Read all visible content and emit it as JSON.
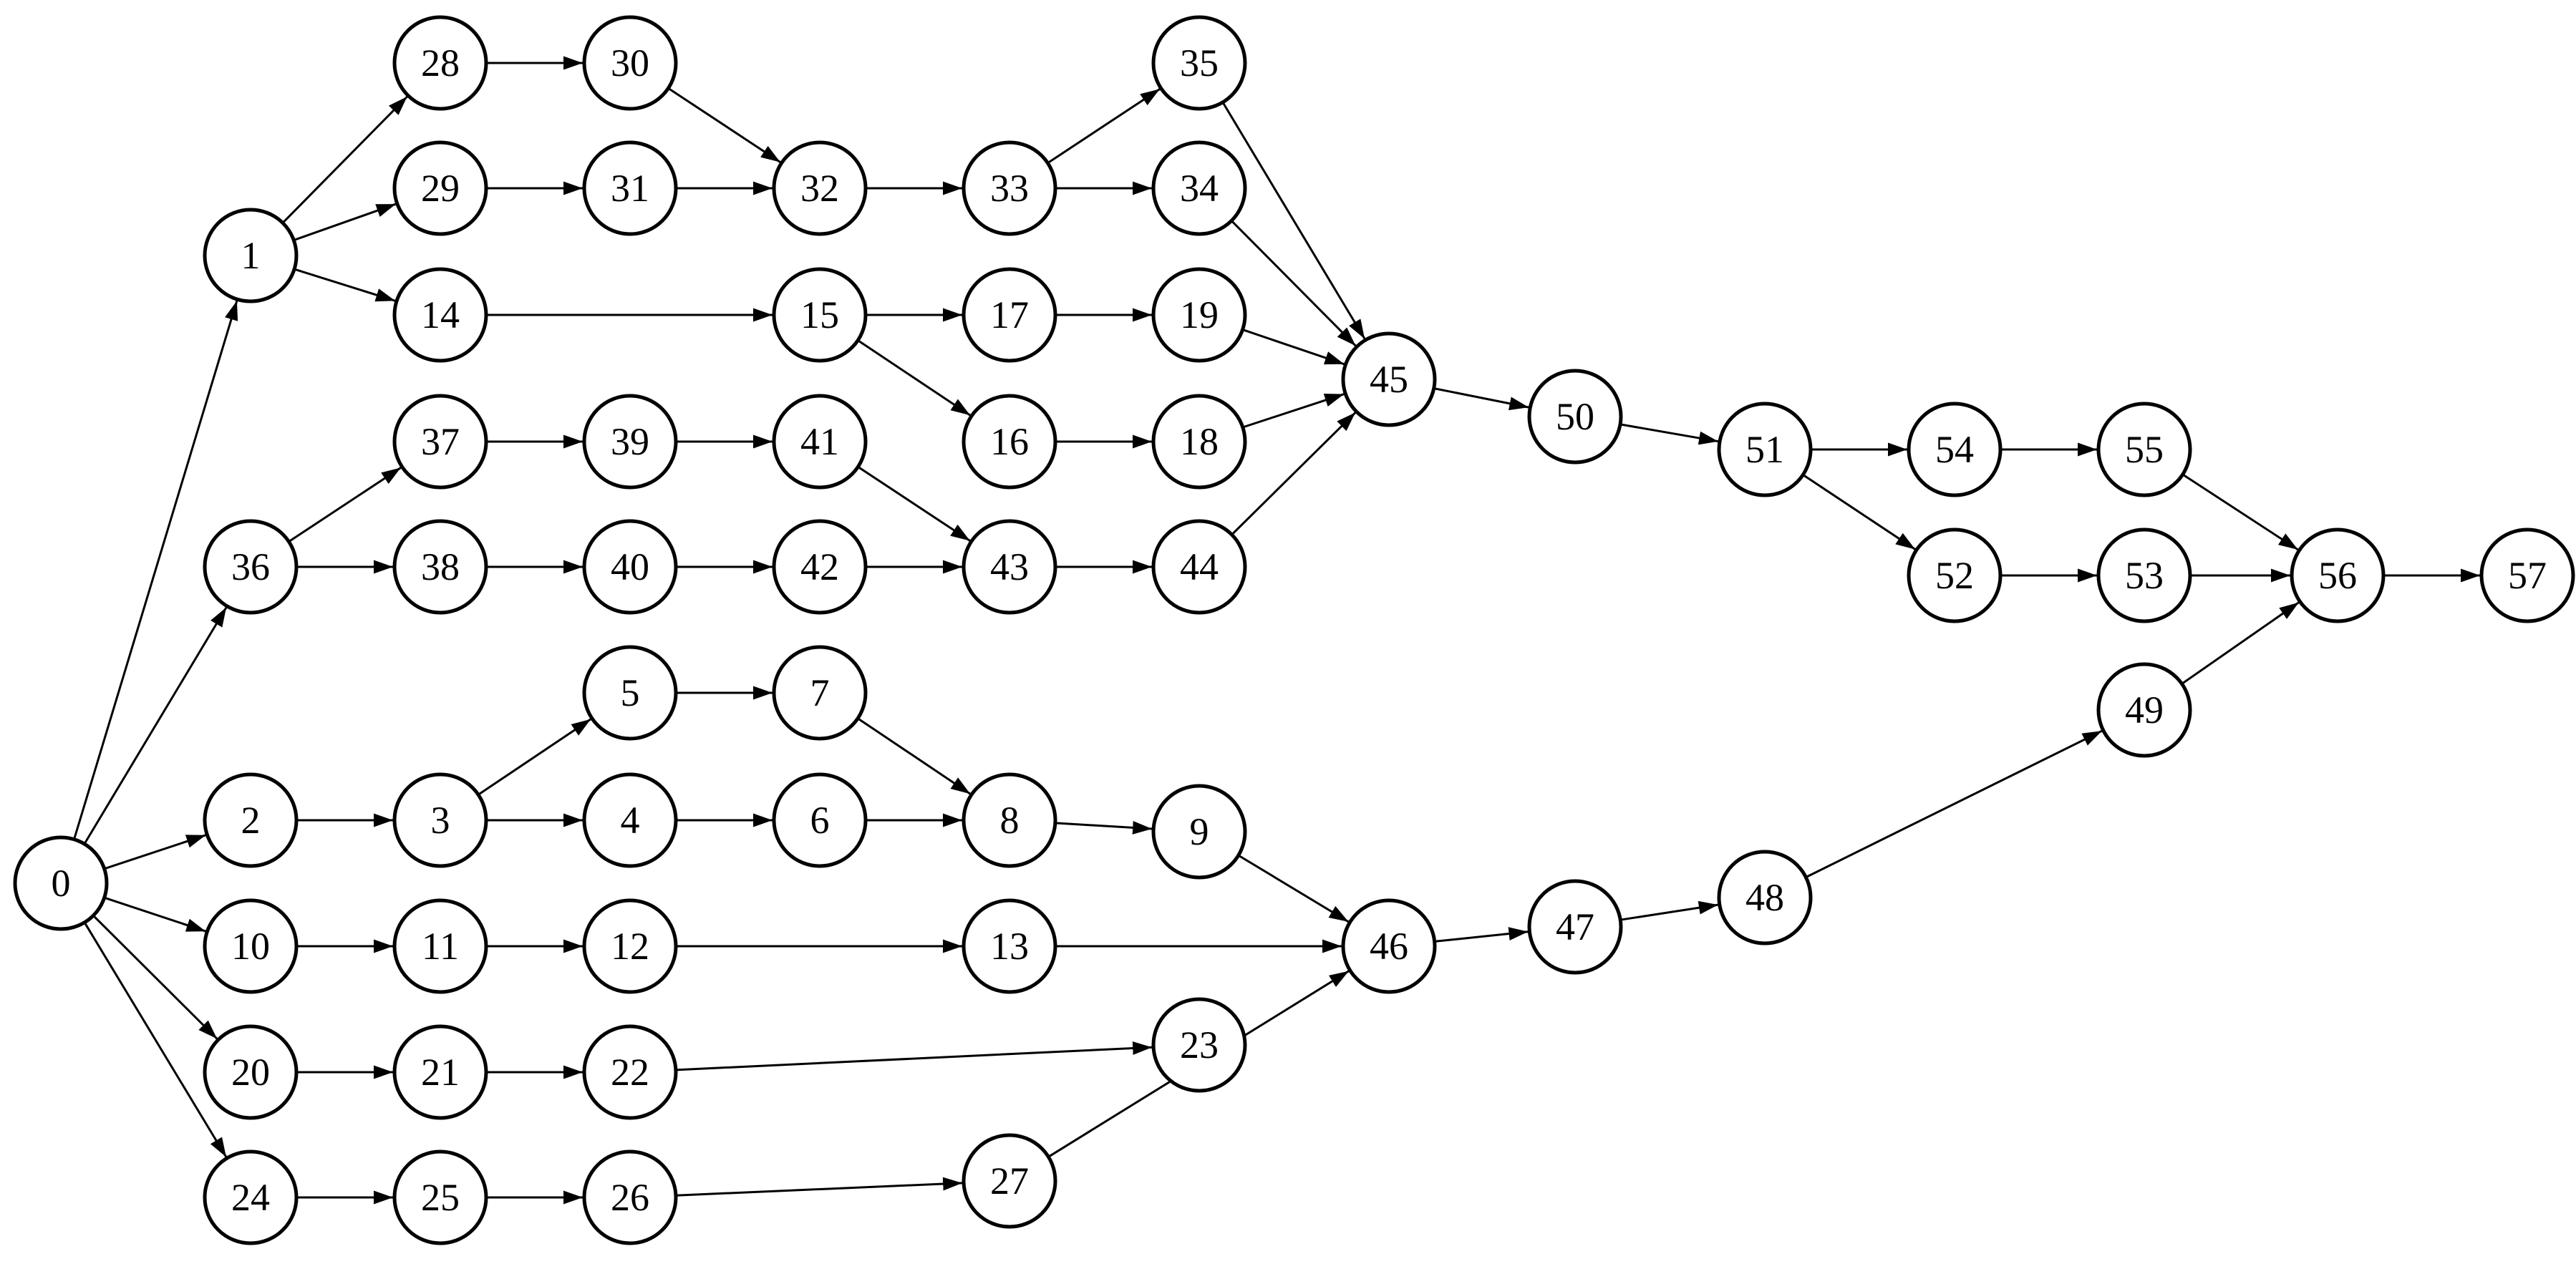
{
  "diagram": {
    "type": "directed-graph",
    "colors": {
      "stroke": "#000000",
      "fill": "#ffffff",
      "text": "#000000"
    },
    "nodes": [
      "0",
      "1",
      "2",
      "3",
      "4",
      "5",
      "6",
      "7",
      "8",
      "9",
      "10",
      "11",
      "12",
      "13",
      "14",
      "15",
      "16",
      "17",
      "18",
      "19",
      "20",
      "21",
      "22",
      "23",
      "24",
      "25",
      "26",
      "27",
      "28",
      "29",
      "30",
      "31",
      "32",
      "33",
      "34",
      "35",
      "36",
      "37",
      "38",
      "39",
      "40",
      "41",
      "42",
      "43",
      "44",
      "45",
      "46",
      "47",
      "48",
      "49",
      "50",
      "51",
      "52",
      "53",
      "54",
      "55",
      "56",
      "57"
    ],
    "edges": [
      [
        "0",
        "1"
      ],
      [
        "0",
        "36"
      ],
      [
        "0",
        "2"
      ],
      [
        "0",
        "10"
      ],
      [
        "0",
        "20"
      ],
      [
        "0",
        "24"
      ],
      [
        "1",
        "28"
      ],
      [
        "1",
        "29"
      ],
      [
        "1",
        "14"
      ],
      [
        "28",
        "30"
      ],
      [
        "30",
        "32"
      ],
      [
        "29",
        "31"
      ],
      [
        "31",
        "32"
      ],
      [
        "32",
        "33"
      ],
      [
        "33",
        "35"
      ],
      [
        "33",
        "34"
      ],
      [
        "35",
        "45"
      ],
      [
        "34",
        "45"
      ],
      [
        "14",
        "15"
      ],
      [
        "15",
        "17"
      ],
      [
        "15",
        "16"
      ],
      [
        "17",
        "19"
      ],
      [
        "16",
        "18"
      ],
      [
        "19",
        "45"
      ],
      [
        "18",
        "45"
      ],
      [
        "36",
        "37"
      ],
      [
        "36",
        "38"
      ],
      [
        "37",
        "39"
      ],
      [
        "39",
        "41"
      ],
      [
        "41",
        "43"
      ],
      [
        "38",
        "40"
      ],
      [
        "40",
        "42"
      ],
      [
        "42",
        "43"
      ],
      [
        "43",
        "44"
      ],
      [
        "44",
        "45"
      ],
      [
        "45",
        "50"
      ],
      [
        "50",
        "51"
      ],
      [
        "51",
        "54"
      ],
      [
        "51",
        "52"
      ],
      [
        "54",
        "55"
      ],
      [
        "55",
        "56"
      ],
      [
        "52",
        "53"
      ],
      [
        "53",
        "56"
      ],
      [
        "56",
        "57"
      ],
      [
        "2",
        "3"
      ],
      [
        "3",
        "5"
      ],
      [
        "3",
        "4"
      ],
      [
        "5",
        "7"
      ],
      [
        "4",
        "6"
      ],
      [
        "7",
        "8"
      ],
      [
        "6",
        "8"
      ],
      [
        "8",
        "9"
      ],
      [
        "9",
        "46"
      ],
      [
        "10",
        "11"
      ],
      [
        "11",
        "12"
      ],
      [
        "12",
        "13"
      ],
      [
        "13",
        "46"
      ],
      [
        "20",
        "21"
      ],
      [
        "21",
        "22"
      ],
      [
        "22",
        "23"
      ],
      [
        "24",
        "25"
      ],
      [
        "25",
        "26"
      ],
      [
        "26",
        "27"
      ],
      [
        "27",
        "46"
      ],
      [
        "46",
        "47"
      ],
      [
        "47",
        "48"
      ],
      [
        "48",
        "49"
      ],
      [
        "49",
        "56"
      ]
    ]
  }
}
